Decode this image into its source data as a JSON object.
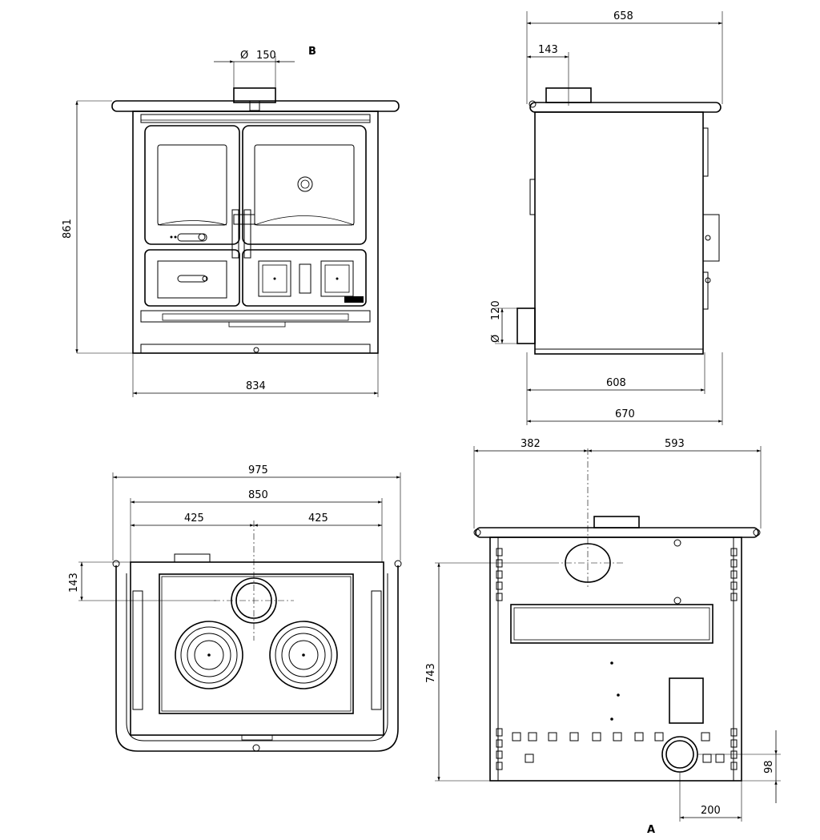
{
  "labels": {
    "view_b": "B",
    "view_a": "A",
    "diameter_sign": "Ø"
  },
  "front_view": {
    "flue_diameter": "150",
    "height": "861",
    "width": "834"
  },
  "side_view": {
    "total_depth": "658",
    "flue_offset": "143",
    "inlet_diameter": "120",
    "body_depth": "608",
    "base_depth": "670"
  },
  "top_view": {
    "total_width": "975",
    "body_width": "850",
    "left_half": "425",
    "right_half": "425",
    "flue_offset": "143"
  },
  "rear_view": {
    "left_offset": "382",
    "right_offset": "593",
    "height": "743",
    "outlet_height": "98",
    "outlet_offset": "200"
  }
}
